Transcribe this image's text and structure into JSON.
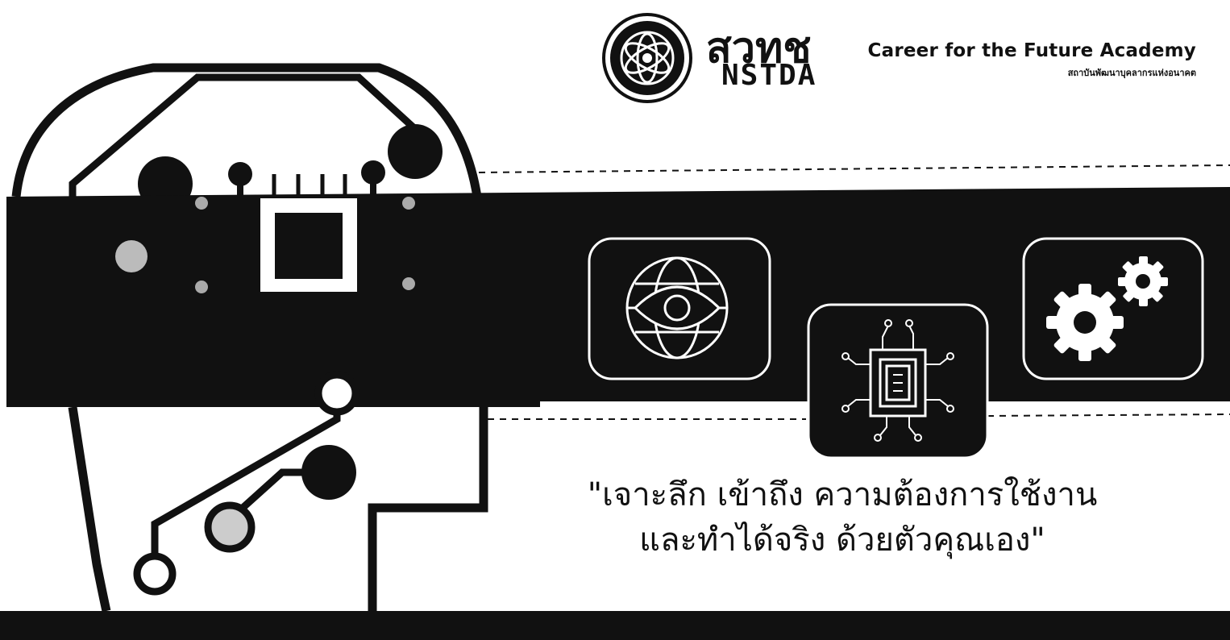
{
  "header": {
    "logo_text_th": "สวทช",
    "logo_text_en": "NSTDA",
    "academy_name": "Career for the Future Academy",
    "academy_subtitle_th": "สถาบันพัฒนาบุคลากรแห่งอนาคต"
  },
  "tagline": {
    "line1": "\"เจาะลึก เข้าถึง ความต้องการใช้งาน",
    "line2": "และทำได้จริง ด้วยตัวคุณเอง\""
  },
  "icons": {
    "head": "circuit-head-icon",
    "globe": "globe-eye-icon",
    "chip": "microchip-icon",
    "gears": "gears-icon",
    "emblem": "nstda-emblem-icon"
  },
  "colors": {
    "primary": "#111111",
    "background": "#ffffff"
  }
}
